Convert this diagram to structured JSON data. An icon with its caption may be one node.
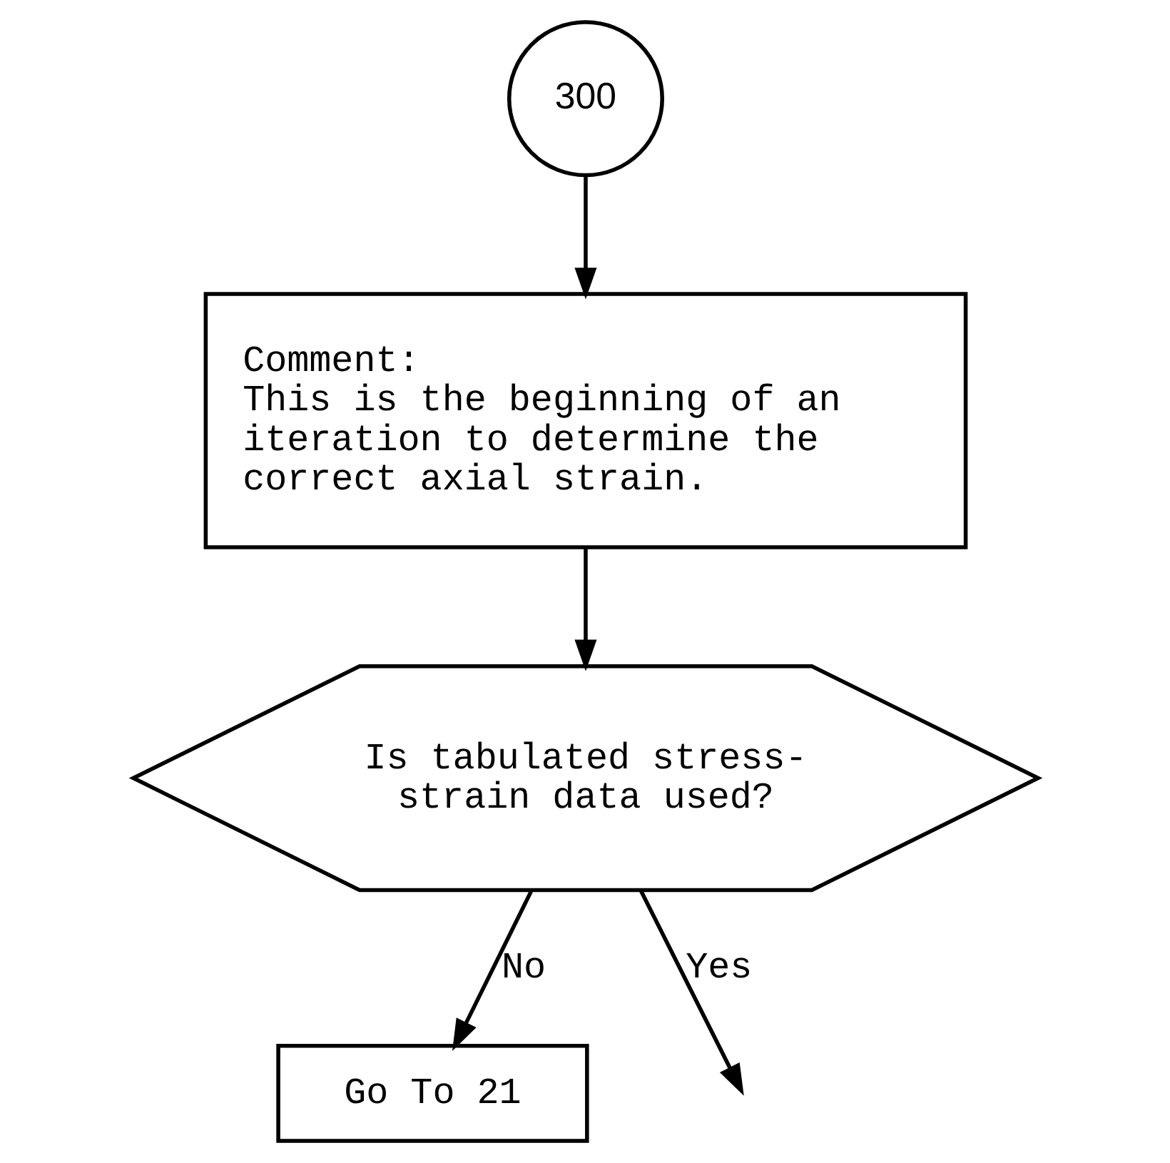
{
  "diagram": {
    "nodes": [
      {
        "text": [
          "300"
        ]
      },
      {
        "text": [
          "Comment:",
          "This is the beginning of an iteration to determine the correct axial strain."
        ]
      },
      {
        "text": [
          "Is tabulated stress-strain data used?"
        ]
      },
      {
        "text": [
          "Go To 21"
        ]
      }
    ],
    "edges": [
      {
        "from": 0,
        "to": 1,
        "arrow": "to"
      },
      {
        "from": 1,
        "to": 2,
        "arrow": "to"
      },
      {
        "from": 2,
        "to": 3,
        "arrow": "to",
        "label": "No"
      },
      {
        "from": 2,
        "to": null,
        "arrow": "to",
        "label": "Yes"
      }
    ]
  }
}
